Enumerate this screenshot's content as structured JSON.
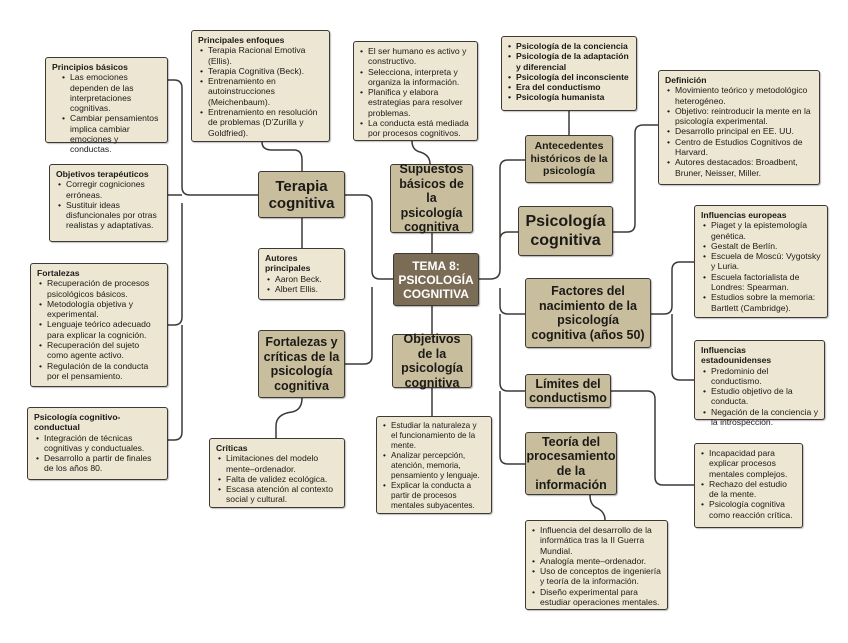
{
  "center": "TEMA 8: PSICOLOGÍA COGNITIVA",
  "colors": {
    "node": "#c8bd9c",
    "leaf": "#ece6d2",
    "center": "#7b6c56",
    "border": "#3d3935"
  },
  "terapia": {
    "title": "Terapia cognitiva",
    "principios": {
      "heading": "Principios básicos",
      "items": [
        "Las emociones dependen de las interpretaciones cognitivas.",
        "Cambiar pensamientos implica cambiar emociones y conductas."
      ]
    },
    "enfoques": {
      "heading": "Principales enfoques",
      "items": [
        "Terapia Racional Emotiva (Ellis).",
        "Terapia Cognitiva (Beck).",
        "Entrenamiento en autoinstrucciones (Meichenbaum).",
        "Entrenamiento en resolución de problemas (D’Zurilla y Goldfried)."
      ]
    },
    "objetivos": {
      "heading": "Objetivos terapéuticos",
      "items": [
        "Corregir cogniciones erróneas.",
        "Sustituir ideas disfuncionales por otras realistas y adaptativas."
      ]
    },
    "autores": {
      "heading": "Autores principales",
      "items": [
        "Aaron Beck.",
        "Albert Ellis."
      ]
    },
    "fortalezas": {
      "heading": "Fortalezas",
      "items": [
        "Recuperación de procesos psicológicos básicos.",
        "Metodología objetiva y experimental.",
        "Lenguaje teórico adecuado para explicar la cognición.",
        "Recuperación del sujeto como agente activo.",
        "Regulación de la conducta por el pensamiento."
      ]
    },
    "cognitivo_conductual": {
      "heading": "Psicología cognitivo-conductual",
      "items": [
        "Integración de técnicas cognitivas y conductuales.",
        "Desarrollo a partir de finales de los años 80."
      ]
    }
  },
  "fortalezas_criticas": {
    "title": "Fortalezas y críticas de la psicología cognitiva",
    "criticas": {
      "heading": "Críticas",
      "items": [
        "Limitaciones del modelo mente–ordenador.",
        "Falta de validez ecológica.",
        "Escasa atención al contexto social y cultural."
      ]
    }
  },
  "supuestos": {
    "title": "Supuestos básicos de la psicología cognitiva",
    "items": [
      "El ser humano es activo y constructivo.",
      "Selecciona, interpreta y organiza la información.",
      "Planifica y elabora estrategias para resolver problemas.",
      "La conducta está mediada por procesos cognitivos."
    ]
  },
  "objetivos_psico": {
    "title": "Objetivos de la psicología cognitiva",
    "items": [
      "Estudiar la naturaleza y el funcionamiento de la mente.",
      "Analizar percepción, atención, memoria, pensamiento y lenguaje.",
      "Explicar la conducta a partir de procesos mentales subyacentes."
    ]
  },
  "antecedentes": {
    "title": "Antecedentes históricos de la psicología",
    "items": [
      "Psicología de la conciencia",
      "Psicología de la adaptación y diferencial",
      "Psicología del inconsciente",
      "Era del conductismo",
      "Psicología humanista"
    ]
  },
  "psico_cognitiva": {
    "title": "Psicología cognitiva",
    "definicion": {
      "heading": "Definición",
      "items": [
        "Movimiento teórico y metodológico heterogéneo.",
        "Objetivo: reintroducir la mente en la psicología experimental.",
        "Desarrollo principal en EE. UU.",
        "Centro de Estudios Cognitivos de Harvard.",
        "Autores destacados: Broadbent, Bruner, Neisser, Miller."
      ]
    }
  },
  "factores": {
    "title": "Factores del nacimiento de la psicología cognitiva (años 50)",
    "europeas": {
      "heading": "Influencias europeas",
      "items": [
        "Piaget y la epistemología genética.",
        "Gestalt de Berlín.",
        "Escuela de Moscú: Vygotsky y Luria.",
        "Escuela factorialista de Londres: Spearman.",
        "Estudios sobre la memoria: Bartlett (Cambridge)."
      ]
    },
    "estadounidenses": {
      "heading": "Influencias estadounidenses",
      "items": [
        "Predominio del conductismo.",
        "Estudio objetivo de la conducta.",
        "Negación de la conciencia y la introspección."
      ]
    }
  },
  "limites": {
    "title": "Límites del conductismo",
    "items": [
      "Incapacidad para explicar procesos mentales complejos.",
      "Rechazo del estudio de la mente.",
      "Psicología cognitiva como reacción crítica."
    ]
  },
  "teoria": {
    "title": "Teoría del procesamiento de la información",
    "items": [
      "Influencia del desarrollo de la informática tras la II Guerra Mundial.",
      "Analogía mente–ordenador.",
      "Uso de conceptos de ingeniería y teoría de la información.",
      "Diseño experimental para estudiar operaciones mentales."
    ]
  }
}
